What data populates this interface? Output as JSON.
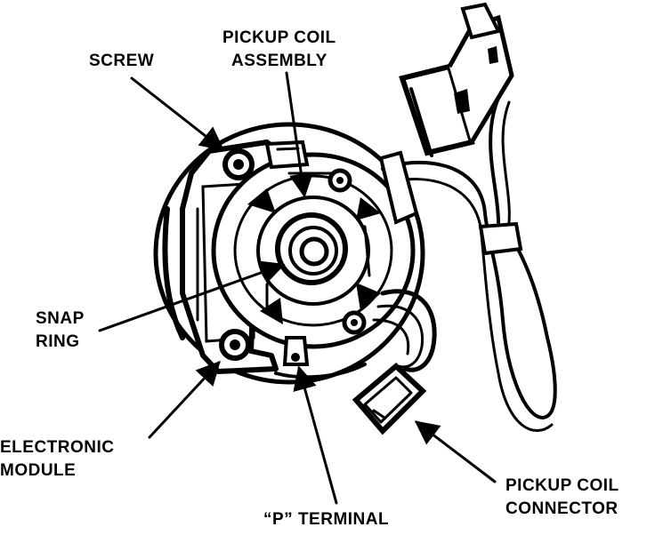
{
  "labels": {
    "screw": "SCREW",
    "pickup_coil_assembly": [
      "PICKUP COIL",
      "ASSEMBLY"
    ],
    "snap_ring": [
      "SNAP",
      "RING"
    ],
    "electronic_module": [
      "ELECTRONIC",
      "MODULE"
    ],
    "p_terminal": "“P” TERMINAL",
    "pickup_coil_connector": [
      "PICKUP COIL",
      "CONNECTOR"
    ]
  }
}
